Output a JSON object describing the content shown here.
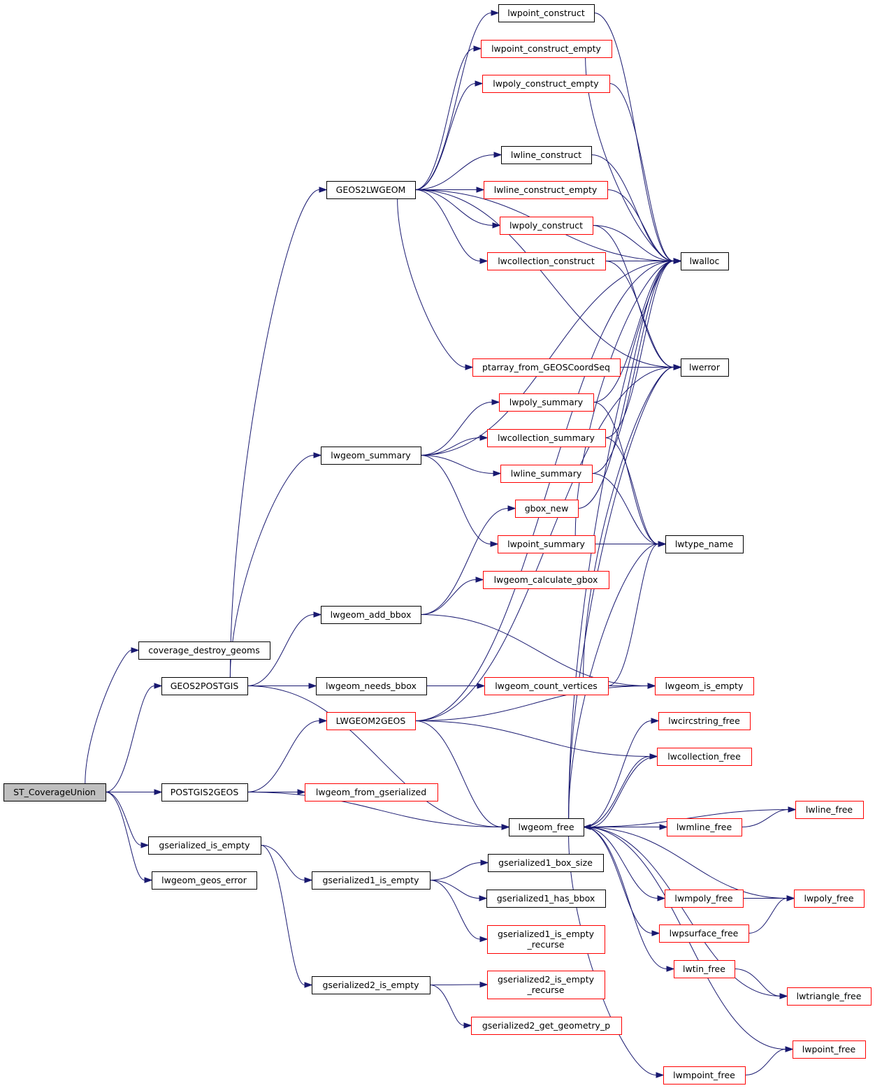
{
  "colors": {
    "edge": "#191970",
    "border_normal": "#000000",
    "border_truncated": "#ff0000",
    "root_fill": "#bfbfbf"
  },
  "nodes": [
    {
      "id": "st_coverageunion",
      "label": "ST_CoverageUnion",
      "kind": "root"
    },
    {
      "id": "coverage_destroy_geoms",
      "label": "coverage_destroy_geoms",
      "kind": "normal"
    },
    {
      "id": "geos2postgis",
      "label": "GEOS2POSTGIS",
      "kind": "normal"
    },
    {
      "id": "postgis2geos",
      "label": "POSTGIS2GEOS",
      "kind": "normal"
    },
    {
      "id": "gserialized_is_empty",
      "label": "gserialized_is_empty",
      "kind": "normal"
    },
    {
      "id": "lwgeom_geos_error",
      "label": "lwgeom_geos_error",
      "kind": "normal"
    },
    {
      "id": "geos2lwgeom",
      "label": "GEOS2LWGEOM",
      "kind": "normal"
    },
    {
      "id": "lwgeom_summary",
      "label": "lwgeom_summary",
      "kind": "normal"
    },
    {
      "id": "lwgeom_add_bbox",
      "label": "lwgeom_add_bbox",
      "kind": "normal"
    },
    {
      "id": "lwgeom_needs_bbox",
      "label": "lwgeom_needs_bbox",
      "kind": "normal"
    },
    {
      "id": "lwgeom2geos",
      "label": "LWGEOM2GEOS",
      "kind": "truncated"
    },
    {
      "id": "lwgeom_from_gserialized",
      "label": "lwgeom_from_gserialized",
      "kind": "truncated"
    },
    {
      "id": "gserialized1_is_empty",
      "label": "gserialized1_is_empty",
      "kind": "normal"
    },
    {
      "id": "gserialized2_is_empty",
      "label": "gserialized2_is_empty",
      "kind": "normal"
    },
    {
      "id": "lwpoint_construct",
      "label": "lwpoint_construct",
      "kind": "normal"
    },
    {
      "id": "lwpoint_construct_empty",
      "label": "lwpoint_construct_empty",
      "kind": "truncated"
    },
    {
      "id": "lwpoly_construct_empty",
      "label": "lwpoly_construct_empty",
      "kind": "truncated"
    },
    {
      "id": "lwline_construct",
      "label": "lwline_construct",
      "kind": "normal"
    },
    {
      "id": "lwline_construct_empty",
      "label": "lwline_construct_empty",
      "kind": "truncated"
    },
    {
      "id": "lwpoly_construct",
      "label": "lwpoly_construct",
      "kind": "truncated"
    },
    {
      "id": "lwcollection_construct",
      "label": "lwcollection_construct",
      "kind": "truncated"
    },
    {
      "id": "ptarray_from_geoscoordseq",
      "label": "ptarray_from_GEOSCoordSeq",
      "kind": "truncated"
    },
    {
      "id": "lwpoly_summary",
      "label": "lwpoly_summary",
      "kind": "truncated"
    },
    {
      "id": "lwcollection_summary",
      "label": "lwcollection_summary",
      "kind": "truncated"
    },
    {
      "id": "lwline_summary",
      "label": "lwline_summary",
      "kind": "truncated"
    },
    {
      "id": "gbox_new",
      "label": "gbox_new",
      "kind": "truncated"
    },
    {
      "id": "lwpoint_summary",
      "label": "lwpoint_summary",
      "kind": "truncated"
    },
    {
      "id": "lwgeom_calculate_gbox",
      "label": "lwgeom_calculate_gbox",
      "kind": "truncated"
    },
    {
      "id": "lwgeom_count_vertices",
      "label": "lwgeom_count_vertices",
      "kind": "truncated"
    },
    {
      "id": "lwgeom_free",
      "label": "lwgeom_free",
      "kind": "normal"
    },
    {
      "id": "gserialized1_box_size",
      "label": "gserialized1_box_size",
      "kind": "normal"
    },
    {
      "id": "gserialized1_has_bbox",
      "label": "gserialized1_has_bbox",
      "kind": "normal"
    },
    {
      "id": "gserialized1_is_empty_recurse",
      "label": "gserialized1_is_empty\n_recurse",
      "kind": "truncated"
    },
    {
      "id": "gserialized2_is_empty_recurse",
      "label": "gserialized2_is_empty\n_recurse",
      "kind": "truncated"
    },
    {
      "id": "gserialized2_get_geometry_p",
      "label": "gserialized2_get_geometry_p",
      "kind": "truncated"
    },
    {
      "id": "lwalloc",
      "label": "lwalloc",
      "kind": "normal"
    },
    {
      "id": "lwerror",
      "label": "lwerror",
      "kind": "normal"
    },
    {
      "id": "lwtype_name",
      "label": "lwtype_name",
      "kind": "normal"
    },
    {
      "id": "lwgeom_is_empty",
      "label": "lwgeom_is_empty",
      "kind": "truncated"
    },
    {
      "id": "lwcircstring_free",
      "label": "lwcircstring_free",
      "kind": "truncated"
    },
    {
      "id": "lwcollection_free",
      "label": "lwcollection_free",
      "kind": "truncated"
    },
    {
      "id": "lwmline_free",
      "label": "lwmline_free",
      "kind": "truncated"
    },
    {
      "id": "lwline_free",
      "label": "lwline_free",
      "kind": "truncated"
    },
    {
      "id": "lwmpoly_free",
      "label": "lwmpoly_free",
      "kind": "truncated"
    },
    {
      "id": "lwpoly_free",
      "label": "lwpoly_free",
      "kind": "truncated"
    },
    {
      "id": "lwpsurface_free",
      "label": "lwpsurface_free",
      "kind": "truncated"
    },
    {
      "id": "lwtin_free",
      "label": "lwtin_free",
      "kind": "truncated"
    },
    {
      "id": "lwtriangle_free",
      "label": "lwtriangle_free",
      "kind": "truncated"
    },
    {
      "id": "lwpoint_free",
      "label": "lwpoint_free",
      "kind": "truncated"
    },
    {
      "id": "lwmpoint_free",
      "label": "lwmpoint_free",
      "kind": "truncated"
    }
  ],
  "edges": [
    [
      "st_coverageunion",
      "coverage_destroy_geoms"
    ],
    [
      "st_coverageunion",
      "geos2postgis"
    ],
    [
      "st_coverageunion",
      "postgis2geos"
    ],
    [
      "st_coverageunion",
      "gserialized_is_empty"
    ],
    [
      "st_coverageunion",
      "lwgeom_geos_error"
    ],
    [
      "geos2postgis",
      "geos2lwgeom"
    ],
    [
      "geos2postgis",
      "lwgeom_summary"
    ],
    [
      "geos2postgis",
      "lwgeom_add_bbox"
    ],
    [
      "geos2postgis",
      "lwgeom_needs_bbox"
    ],
    [
      "geos2postgis",
      "lwgeom_free"
    ],
    [
      "postgis2geos",
      "lwgeom2geos"
    ],
    [
      "postgis2geos",
      "lwgeom_from_gserialized"
    ],
    [
      "postgis2geos",
      "lwgeom_free"
    ],
    [
      "gserialized_is_empty",
      "gserialized1_is_empty"
    ],
    [
      "gserialized_is_empty",
      "gserialized2_is_empty"
    ],
    [
      "geos2lwgeom",
      "lwpoint_construct"
    ],
    [
      "geos2lwgeom",
      "lwpoint_construct_empty"
    ],
    [
      "geos2lwgeom",
      "lwpoly_construct_empty"
    ],
    [
      "geos2lwgeom",
      "lwalloc"
    ],
    [
      "geos2lwgeom",
      "lwline_construct"
    ],
    [
      "geos2lwgeom",
      "lwline_construct_empty"
    ],
    [
      "geos2lwgeom",
      "lwpoly_construct"
    ],
    [
      "geos2lwgeom",
      "lwcollection_construct"
    ],
    [
      "geos2lwgeom",
      "ptarray_from_geoscoordseq"
    ],
    [
      "geos2lwgeom",
      "lwerror"
    ],
    [
      "lwgeom_summary",
      "lwalloc"
    ],
    [
      "lwgeom_summary",
      "lwpoly_summary"
    ],
    [
      "lwgeom_summary",
      "lwcollection_summary"
    ],
    [
      "lwgeom_summary",
      "lwline_summary"
    ],
    [
      "lwgeom_summary",
      "lwpoint_summary"
    ],
    [
      "lwgeom_add_bbox",
      "gbox_new"
    ],
    [
      "lwgeom_add_bbox",
      "lwgeom_calculate_gbox"
    ],
    [
      "lwgeom_add_bbox",
      "lwgeom_is_empty"
    ],
    [
      "lwgeom_needs_bbox",
      "lwgeom_count_vertices"
    ],
    [
      "lwgeom2geos",
      "lwalloc"
    ],
    [
      "lwgeom2geos",
      "lwerror"
    ],
    [
      "lwgeom2geos",
      "lwgeom_is_empty"
    ],
    [
      "lwgeom2geos",
      "lwgeom_free"
    ],
    [
      "lwgeom2geos",
      "lwcollection_free"
    ],
    [
      "gserialized1_is_empty",
      "gserialized1_box_size"
    ],
    [
      "gserialized1_is_empty",
      "gserialized1_has_bbox"
    ],
    [
      "gserialized1_is_empty",
      "gserialized1_is_empty_recurse"
    ],
    [
      "gserialized2_is_empty",
      "gserialized2_is_empty_recurse"
    ],
    [
      "gserialized2_is_empty",
      "gserialized2_get_geometry_p"
    ],
    [
      "lwpoint_construct",
      "lwalloc"
    ],
    [
      "lwpoint_construct_empty",
      "lwalloc"
    ],
    [
      "lwpoly_construct_empty",
      "lwalloc"
    ],
    [
      "lwline_construct",
      "lwalloc"
    ],
    [
      "lwline_construct_empty",
      "lwalloc"
    ],
    [
      "lwpoly_construct",
      "lwalloc"
    ],
    [
      "lwpoly_construct",
      "lwerror"
    ],
    [
      "lwcollection_construct",
      "lwalloc"
    ],
    [
      "lwcollection_construct",
      "lwerror"
    ],
    [
      "ptarray_from_geoscoordseq",
      "lwerror"
    ],
    [
      "lwpoly_summary",
      "lwalloc"
    ],
    [
      "lwpoly_summary",
      "lwtype_name"
    ],
    [
      "lwcollection_summary",
      "lwalloc"
    ],
    [
      "lwcollection_summary",
      "lwtype_name"
    ],
    [
      "lwline_summary",
      "lwalloc"
    ],
    [
      "lwline_summary",
      "lwtype_name"
    ],
    [
      "gbox_new",
      "lwalloc"
    ],
    [
      "lwpoint_summary",
      "lwalloc"
    ],
    [
      "lwpoint_summary",
      "lwtype_name"
    ],
    [
      "lwgeom_count_vertices",
      "lwgeom_is_empty"
    ],
    [
      "lwgeom_count_vertices",
      "lwerror"
    ],
    [
      "lwgeom_count_vertices",
      "lwtype_name"
    ],
    [
      "lwgeom_free",
      "lwalloc"
    ],
    [
      "lwgeom_free",
      "lwerror"
    ],
    [
      "lwgeom_free",
      "lwtype_name"
    ],
    [
      "lwgeom_free",
      "lwcircstring_free"
    ],
    [
      "lwgeom_free",
      "lwcollection_free"
    ],
    [
      "lwgeom_free",
      "lwline_free"
    ],
    [
      "lwgeom_free",
      "lwmline_free"
    ],
    [
      "lwgeom_free",
      "lwmpoly_free"
    ],
    [
      "lwgeom_free",
      "lwpoly_free"
    ],
    [
      "lwgeom_free",
      "lwpsurface_free"
    ],
    [
      "lwgeom_free",
      "lwtin_free"
    ],
    [
      "lwgeom_free",
      "lwtriangle_free"
    ],
    [
      "lwgeom_free",
      "lwpoint_free"
    ],
    [
      "lwgeom_free",
      "lwmpoint_free"
    ],
    [
      "lwcollection_free",
      "lwgeom_free"
    ],
    [
      "lwmline_free",
      "lwline_free"
    ],
    [
      "lwmpoly_free",
      "lwpoly_free"
    ],
    [
      "lwpsurface_free",
      "lwpoly_free"
    ],
    [
      "lwtin_free",
      "lwtriangle_free"
    ],
    [
      "lwmpoint_free",
      "lwpoint_free"
    ]
  ]
}
